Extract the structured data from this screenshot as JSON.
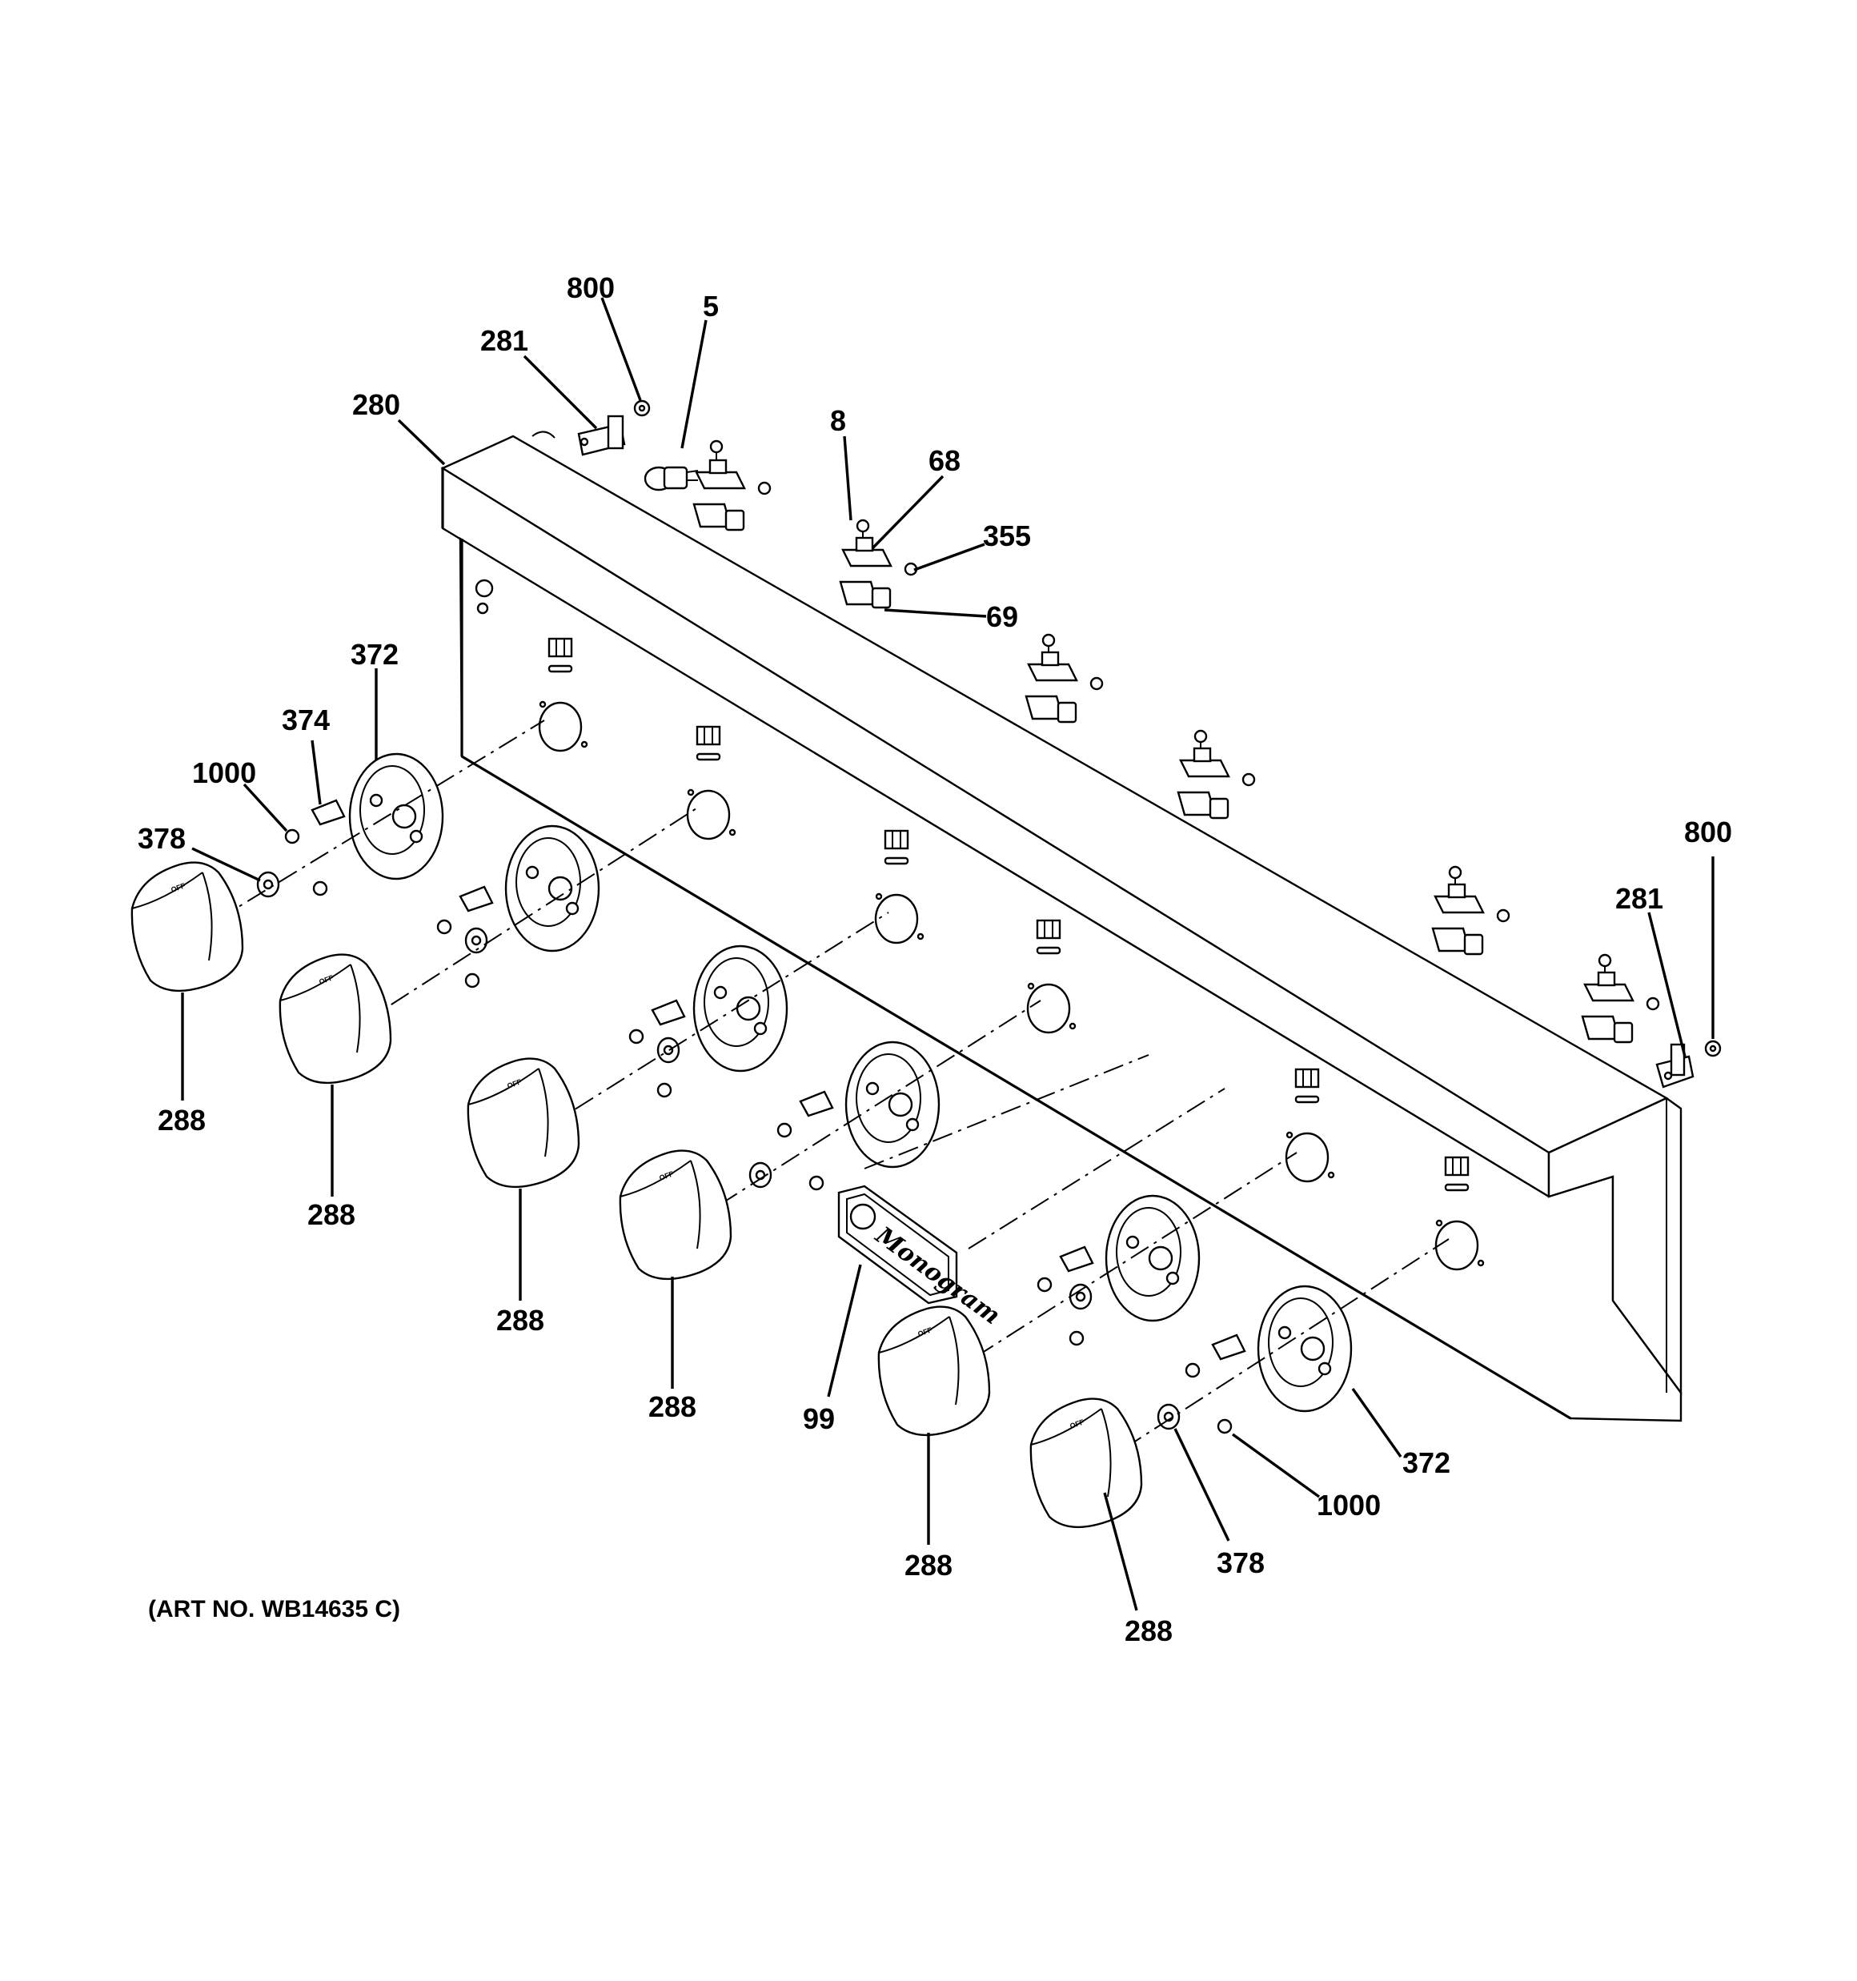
{
  "diagram": {
    "callouts": [
      {
        "id": "c-800-top",
        "text": "800"
      },
      {
        "id": "c-5",
        "text": "5"
      },
      {
        "id": "c-281-top",
        "text": "281"
      },
      {
        "id": "c-280",
        "text": "280"
      },
      {
        "id": "c-8",
        "text": "8"
      },
      {
        "id": "c-68",
        "text": "68"
      },
      {
        "id": "c-355",
        "text": "355"
      },
      {
        "id": "c-69",
        "text": "69"
      },
      {
        "id": "c-372-left",
        "text": "372"
      },
      {
        "id": "c-374",
        "text": "374"
      },
      {
        "id": "c-1000-left",
        "text": "1000"
      },
      {
        "id": "c-378-left",
        "text": "378"
      },
      {
        "id": "c-800-right",
        "text": "800"
      },
      {
        "id": "c-281-right",
        "text": "281"
      },
      {
        "id": "c-288-a",
        "text": "288"
      },
      {
        "id": "c-288-b",
        "text": "288"
      },
      {
        "id": "c-288-c",
        "text": "288"
      },
      {
        "id": "c-288-d",
        "text": "288"
      },
      {
        "id": "c-99",
        "text": "99"
      },
      {
        "id": "c-288-e",
        "text": "288"
      },
      {
        "id": "c-288-f",
        "text": "288"
      },
      {
        "id": "c-378-right",
        "text": "378"
      },
      {
        "id": "c-1000-right",
        "text": "1000"
      },
      {
        "id": "c-372-right",
        "text": "372"
      }
    ],
    "art_number": "(ART NO. WB14635 C)",
    "nameplate_logo": "Monogram"
  }
}
